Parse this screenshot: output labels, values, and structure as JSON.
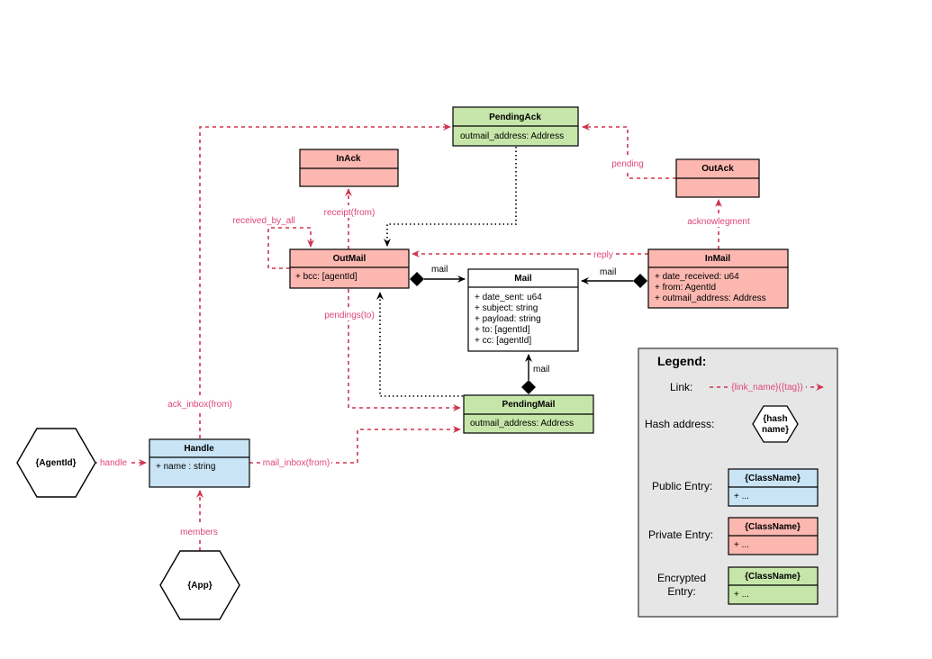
{
  "colors": {
    "public": "#c9e4f5",
    "private": "#fbb7b0",
    "encrypted": "#c6e6a9",
    "link": "#d0344e",
    "link_text": "#e0447a",
    "legend_bg": "#e6e6e6"
  },
  "classes": {
    "pendingack": {
      "title": "PendingAck",
      "fields": [
        "outmail_address: Address"
      ]
    },
    "inack": {
      "title": "InAck",
      "fields": []
    },
    "outack": {
      "title": "OutAck",
      "fields": []
    },
    "outmail": {
      "title": "OutMail",
      "fields": [
        "+ bcc: [agentId]"
      ]
    },
    "mail": {
      "title": "Mail",
      "fields": [
        "+ date_sent: u64",
        "+ subject: string",
        "+ payload: string",
        "+ to: [agentId]",
        "+ cc: [agentId]"
      ]
    },
    "inmail": {
      "title": "InMail",
      "fields": [
        "+ date_received: u64",
        "+ from: AgentId",
        "+ outmail_address: Address"
      ]
    },
    "pendingmail": {
      "title": "PendingMail",
      "fields": [
        "outmail_address: Address"
      ]
    },
    "handle": {
      "title": "Handle",
      "fields": [
        "+ name : string"
      ]
    }
  },
  "hashes": {
    "agentid": "{AgentId}",
    "app": "{App}"
  },
  "links": {
    "pending": "pending",
    "acknowlegment": "acknowlegment",
    "reply": "reply",
    "receipt": "receipt(from)",
    "received_by_all": "received_by_all",
    "pendings": "pendings(to)",
    "ack_inbox": "ack_inbox(from)",
    "handle": "handle",
    "mail_inbox": "mail_inbox(from)",
    "members": "members"
  },
  "compositions": {
    "outmail_mail": "mail",
    "inmail_mail": "mail",
    "pendingmail_mail": "mail"
  },
  "legend": {
    "title": "Legend:",
    "link_label": "Link:",
    "link_sample": "{link_name}({tag})",
    "hash_label": "Hash address:",
    "hash_line1": "{hash",
    "hash_line2": "name}",
    "public_label": "Public Entry:",
    "private_label": "Private Entry:",
    "encrypted_label_1": "Encrypted",
    "encrypted_label_2": "Entry:",
    "sample_title": "{ClassName}",
    "sample_field": "+ ..."
  }
}
